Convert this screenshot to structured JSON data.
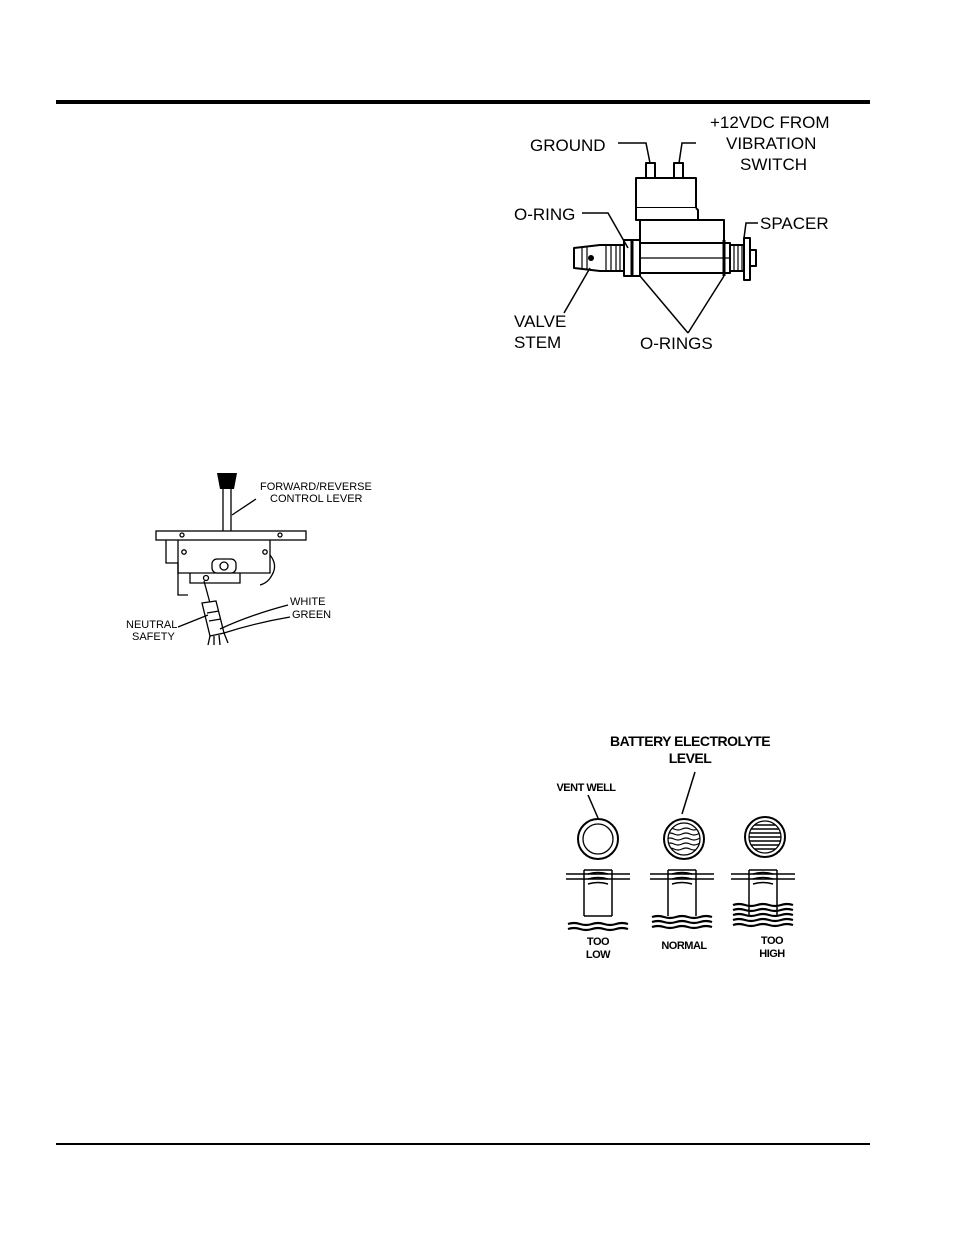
{
  "solenoid_figure": {
    "ground": "GROUND",
    "power_line1": "+12VDC FROM",
    "power_line2": "VIBRATION",
    "power_line3": "SWITCH",
    "o_ring": "O-RING",
    "spacer": "SPACER",
    "valve_line1": "VALVE",
    "valve_line2": "STEM",
    "o_rings": "O-RINGS"
  },
  "lever_figure": {
    "lever_line1": "FORWARD/REVERSE",
    "lever_line2": "CONTROL LEVER",
    "white": "WHITE",
    "green": "GREEN",
    "neutral_line1": "NEUTRAL",
    "neutral_line2": "SAFETY"
  },
  "battery_figure": {
    "title_line1": "BATTERY ELECTROLYTE",
    "title_line2": "LEVEL",
    "vent_well": "VENT WELL",
    "too_low_line1": "TOO",
    "too_low_line2": "LOW",
    "normal": "NORMAL",
    "too_high_line1": "TOO",
    "too_high_line2": "HIGH"
  }
}
